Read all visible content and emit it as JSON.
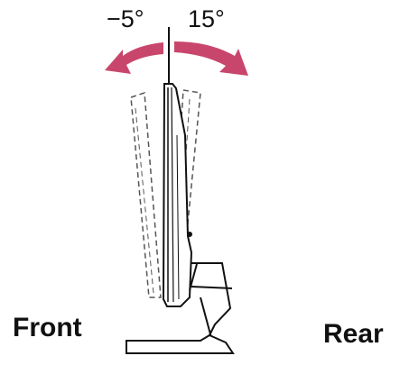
{
  "labels": {
    "tilt_forward": "−5°",
    "tilt_backward": "15°",
    "front": "Front",
    "rear": "Rear"
  },
  "tilt_range_deg": {
    "forward": -5,
    "backward": 15
  },
  "colors": {
    "arrow": "#c8466c",
    "line": "#111111",
    "dashed": "#555555",
    "background": "#ffffff"
  },
  "icons": {
    "left_arrow": "curved-arrow-left-icon",
    "right_arrow": "curved-arrow-right-icon"
  }
}
